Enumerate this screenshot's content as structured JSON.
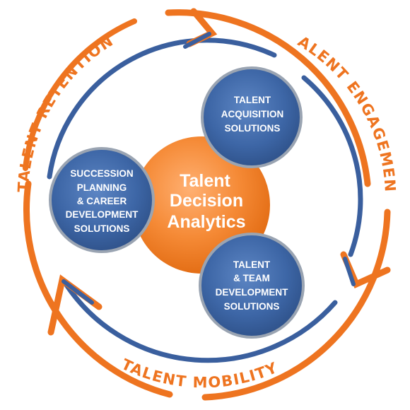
{
  "diagram": {
    "center": {
      "lines": [
        "Talent",
        "Decision",
        "Analytics"
      ]
    },
    "nodes": [
      {
        "id": "acquisition",
        "lines": [
          "TALENT",
          "ACQUISITION",
          "SOLUTIONS"
        ]
      },
      {
        "id": "succession",
        "lines": [
          "SUCCESSION",
          "PLANNING",
          "& CAREER",
          "DEVELOPMENT",
          "SOLUTIONS"
        ]
      },
      {
        "id": "team-development",
        "lines": [
          "TALENT",
          "& TEAM",
          "DEVELOPMENT",
          "SOLUTIONS"
        ]
      }
    ],
    "ring_labels": {
      "retention": "TALENT RETENTION",
      "engagement": "TALENT ENGAGEMENT",
      "mobility": "TALENT MOBILITY"
    },
    "colors": {
      "orange": "#ee7420",
      "blue": "#3a5f9e",
      "node_border": "#9aa4b2",
      "text_on_dark": "#ffffff"
    }
  }
}
